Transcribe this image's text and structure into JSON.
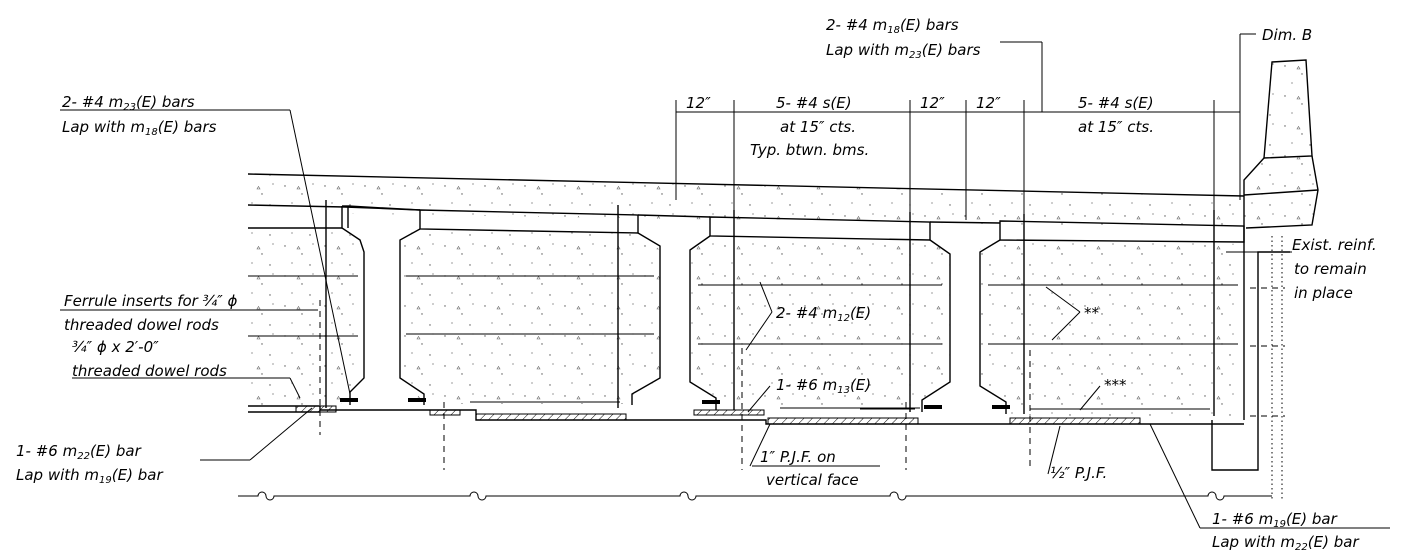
{
  "labels": {
    "top_bars_line1": "2- #4 m",
    "top_bars_sub1": "18",
    "top_bars_line1b": "(E) bars",
    "top_bars_line2": "Lap with m",
    "top_bars_sub2": "23",
    "top_bars_line2b": "(E) bars",
    "dim_b": "Dim. B",
    "left_bars_line1": "2- #4 m",
    "left_bars_sub1": "23",
    "left_bars_line1b": "(E) bars",
    "left_bars_line2": "Lap with m",
    "left_bars_sub2": "18",
    "left_bars_line2b": "(E) bars",
    "dim_12_a": "12″",
    "spacing_a_line1": "5- #4 s(E)",
    "spacing_a_line2": "at 15″ cts.",
    "spacing_a_line3": "Typ. btwn. bms.",
    "dim_12_b": "12″",
    "dim_12_c": "12″",
    "spacing_b_line1": "5- #4 s(E)",
    "spacing_b_line2": "at 15″ cts.",
    "exist_reinf_line1": "Exist. reinf.",
    "exist_reinf_line2": "to remain",
    "exist_reinf_line3": "in place",
    "ferrule_line1": "Ferrule inserts for",
    "ferrule_frac": "¾″ ϕ",
    "ferrule_line2": "threaded dowel rods",
    "dowel_line1": "¾″ ϕ x 2′-0″",
    "dowel_line2": "threaded dowel rods",
    "m12_label": "2- #4 m",
    "m12_sub": "12",
    "m12_tail": "(E)",
    "double_star": "**",
    "triple_star": "***",
    "m13_label": "1- #6 m",
    "m13_sub": "13",
    "m13_tail": "(E)",
    "m22_line1": "1- #6 m",
    "m22_sub1": "22",
    "m22_line1b": "(E) bar",
    "m22_line2": "Lap with m",
    "m22_sub2": "19",
    "m22_line2b": "(E) bar",
    "pjf1_line1": "1″ P.J.F. on",
    "pjf1_line2": "vertical face",
    "pjf_half": "½″ P.J.F.",
    "m19_line1": "1- #6 m",
    "m19_sub1": "19",
    "m19_line1b": "(E) bar",
    "m19_line2": "Lap with m",
    "m19_sub2": "22",
    "m19_line2b": "(E) bar"
  }
}
